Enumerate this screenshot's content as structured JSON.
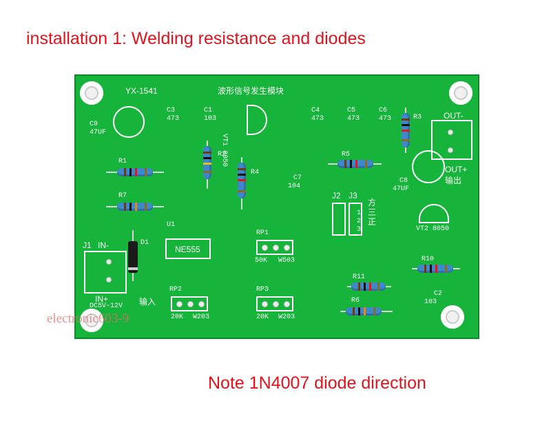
{
  "captions": {
    "top": "installation 1:  Welding resistance and diodes",
    "bottom": "Note 1N4007 diode direction"
  },
  "watermark": "electronic603-9",
  "board": {
    "model": "YX-1541",
    "title_cn": "波形信号发生模块",
    "caps": {
      "c3": "C3",
      "c3v": "473",
      "c1": "C1",
      "c1v": "103",
      "c4": "C4",
      "c4v": "473",
      "c5": "C5",
      "c5v": "473",
      "c6": "C6",
      "c6v": "473",
      "c7": "C7",
      "c7v": "104",
      "c9": "C9",
      "c9v": "47UF",
      "c8": "C8",
      "c8v": "47UF",
      "c2": "C2",
      "c2v": "103"
    },
    "transistors": {
      "vt1": "VT1 8050",
      "vt2": "VT2 8050"
    },
    "resistors": {
      "r1": "R1",
      "r2": "R2",
      "r3": "R3",
      "r4": "R4",
      "r5": "R5",
      "r6": "R6",
      "r7": "R7",
      "r10": "R10",
      "r11": "R11"
    },
    "ic": {
      "ref": "U1",
      "name": "NE555"
    },
    "pots": {
      "rp1": "RP1",
      "rp1_val": "50K",
      "rp1_code": "W503",
      "rp2": "RP2",
      "rp2_val": "20K",
      "rp2_code": "W203",
      "rp3": "RP3",
      "rp3_val": "20K",
      "rp3_code": "W203"
    },
    "jumpers": {
      "j2": "J2",
      "j3": "J3",
      "wave_cn": "方三正",
      "pins": "1 2 3"
    },
    "input": {
      "ref": "J1",
      "in_minus": "IN-",
      "in_plus": "IN+",
      "dc": "DC5V-12V",
      "cn": "输入",
      "diode": "D1"
    },
    "output": {
      "out_minus": "OUT-",
      "out_plus": "OUT+",
      "cn": "输出"
    }
  }
}
